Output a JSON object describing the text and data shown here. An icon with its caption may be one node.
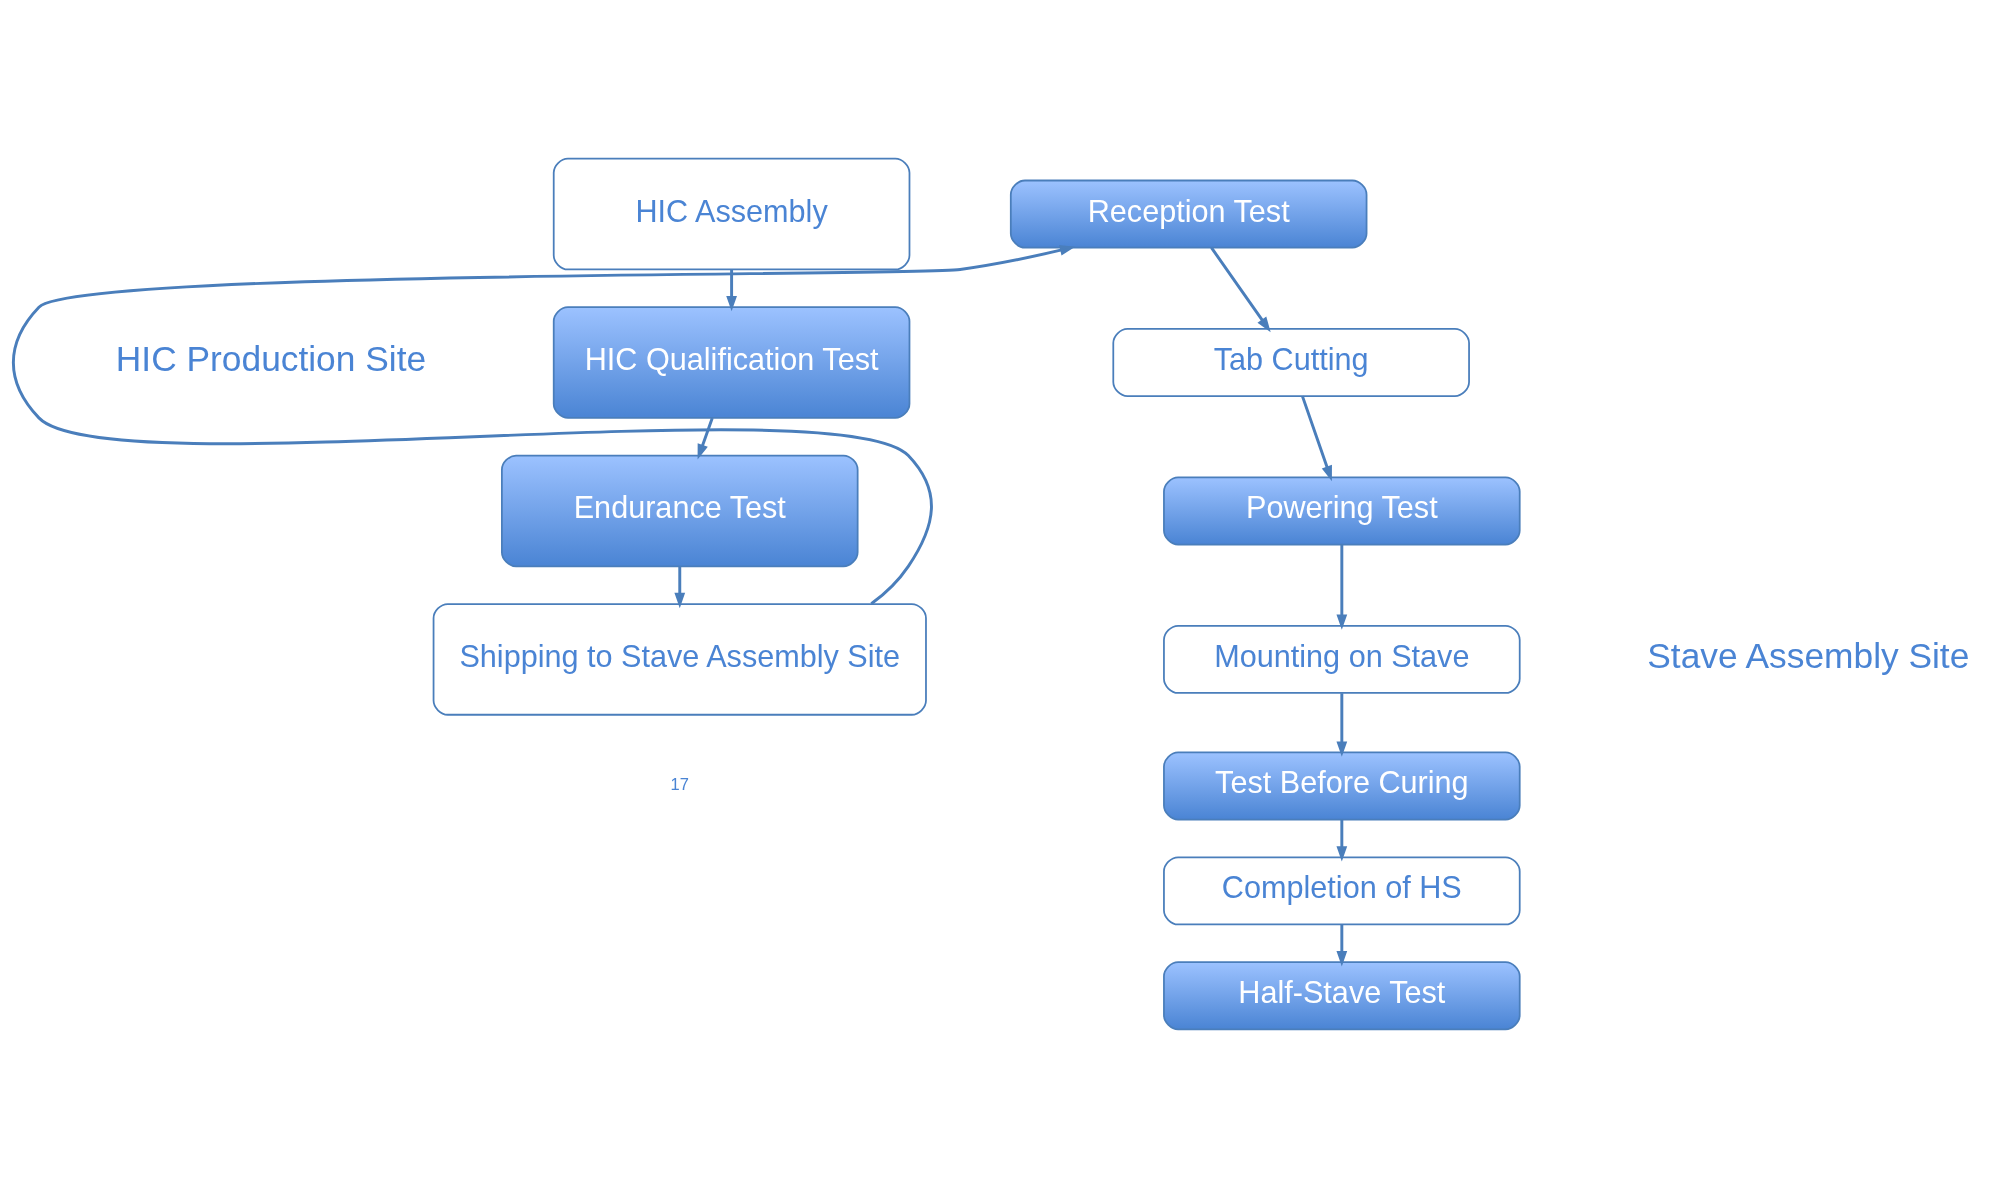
{
  "diagram": {
    "nodes": [
      {
        "text": [
          "HIC Assembly"
        ]
      },
      {
        "text": [
          "HIC Qualification Test"
        ]
      },
      {
        "text": [
          "Endurance Test"
        ]
      },
      {
        "text": [
          "Shipping to Stave Assembly Site"
        ]
      },
      {
        "text": [
          "Reception Test"
        ]
      },
      {
        "text": [
          "Tab Cutting"
        ]
      },
      {
        "text": [
          "Powering Test"
        ]
      },
      {
        "text": [
          "Mounting on Stave"
        ]
      },
      {
        "text": [
          "Test Before Curing"
        ]
      },
      {
        "text": [
          "Completion of HS"
        ]
      },
      {
        "text": [
          "Half-Stave Test"
        ]
      }
    ],
    "edges": [
      {
        "from": 0,
        "to": 1,
        "arrow": "to"
      },
      {
        "from": 1,
        "to": 2,
        "arrow": "to"
      },
      {
        "from": 2,
        "to": 3,
        "arrow": "to"
      },
      {
        "from": 3,
        "to": 4,
        "arrow": "to"
      },
      {
        "from": 4,
        "to": 5,
        "arrow": "to"
      },
      {
        "from": 5,
        "to": 6,
        "arrow": "to"
      },
      {
        "from": 6,
        "to": 7,
        "arrow": "to"
      },
      {
        "from": 7,
        "to": 8,
        "arrow": "to"
      },
      {
        "from": 8,
        "to": 9,
        "arrow": "to"
      },
      {
        "from": 9,
        "to": 10,
        "arrow": "to"
      }
    ],
    "labels": [
      "HIC Production Site",
      "Stave Assembly Site",
      "17"
    ]
  }
}
